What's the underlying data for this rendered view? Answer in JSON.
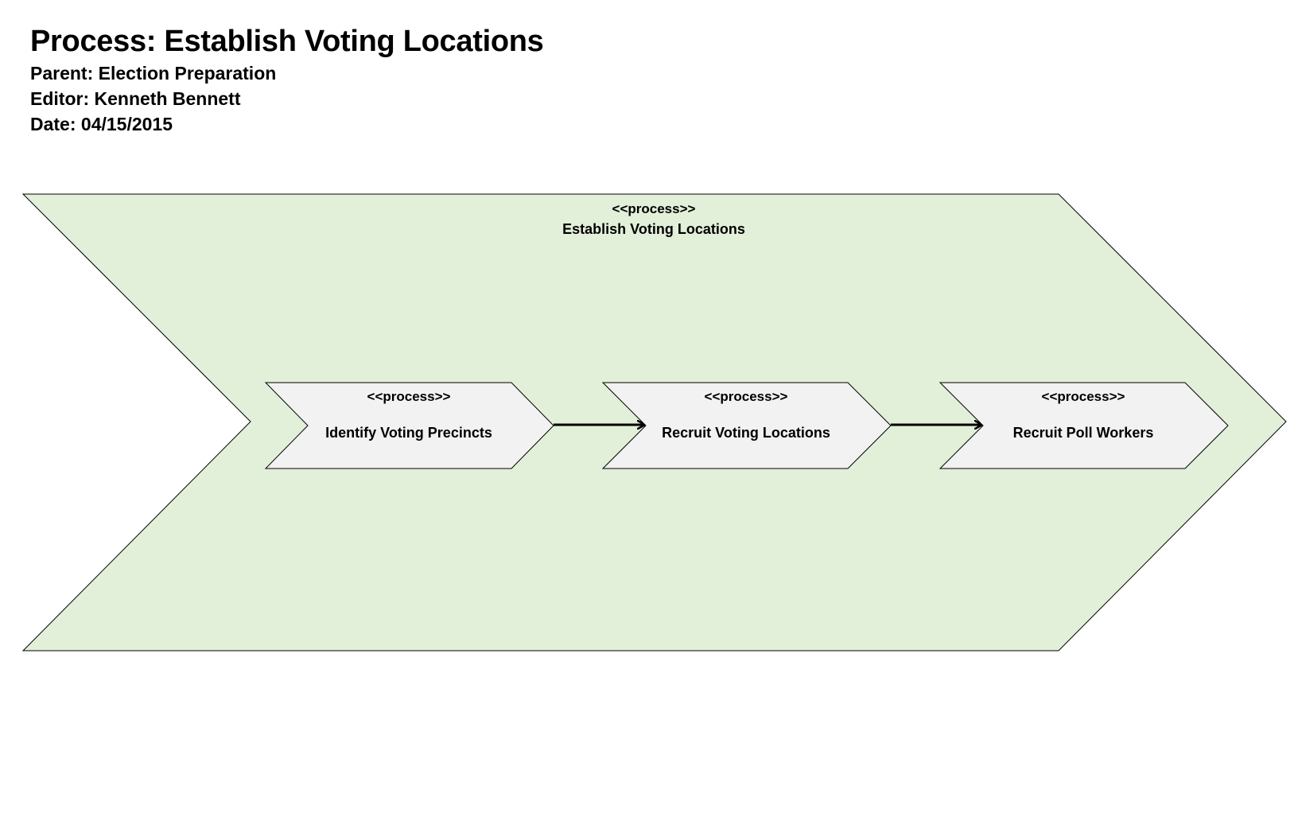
{
  "header": {
    "title": "Process: Establish Voting Locations",
    "parent": "Parent: Election Preparation",
    "editor": "Editor: Kenneth Bennett",
    "date": "Date: 04/15/2015"
  },
  "outer_process": {
    "stereotype": "<<process>>",
    "name": "Establish Voting Locations",
    "fill_color": "#e2efd9"
  },
  "subprocesses": [
    {
      "stereotype": "<<process>>",
      "name": "Identify Voting Precincts"
    },
    {
      "stereotype": "<<process>>",
      "name": "Recruit Voting Locations"
    },
    {
      "stereotype": "<<process>>",
      "name": "Recruit Poll Workers"
    }
  ],
  "colors": {
    "subprocess_fill": "#f2f2f2",
    "stroke": "#000000"
  }
}
